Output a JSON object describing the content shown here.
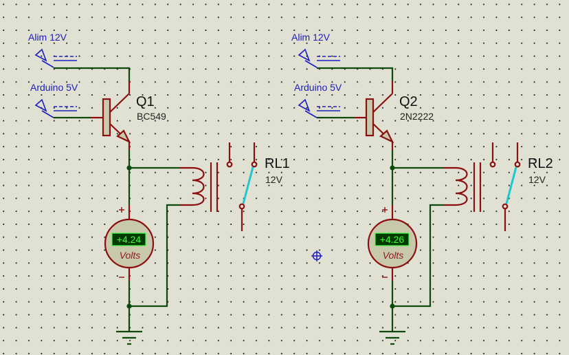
{
  "app": "Proteus ISIS schematic editor",
  "circuits": [
    {
      "supply_terminal": {
        "label": "Alim 12V"
      },
      "input_terminal": {
        "label": "Arduino 5V"
      },
      "transistor": {
        "ref": "Q1",
        "value": "BC549"
      },
      "relay": {
        "ref": "RL1",
        "value": "12V"
      },
      "voltmeter": {
        "reading": "+4.24",
        "unit_label": "Volts",
        "plus": "+",
        "minus": "−"
      }
    },
    {
      "supply_terminal": {
        "label": "Alim 12V"
      },
      "input_terminal": {
        "label": "Arduino 5V"
      },
      "transistor": {
        "ref": "Q2",
        "value": "2N2222"
      },
      "relay": {
        "ref": "RL2",
        "value": "12V"
      },
      "voltmeter": {
        "reading": "+4.26",
        "unit_label": "Volts",
        "plus": "+",
        "minus": "−"
      }
    }
  ],
  "colors": {
    "background": "#e0e0d3",
    "wire": "#0b4a0b",
    "component": "#8b0f0f",
    "component_fill": "#c8c8ad",
    "terminal": "#1c1cc0",
    "switch_lever": "#1ec8d2",
    "lcd_bg": "#003a00",
    "lcd_text": "#3cff3c"
  }
}
